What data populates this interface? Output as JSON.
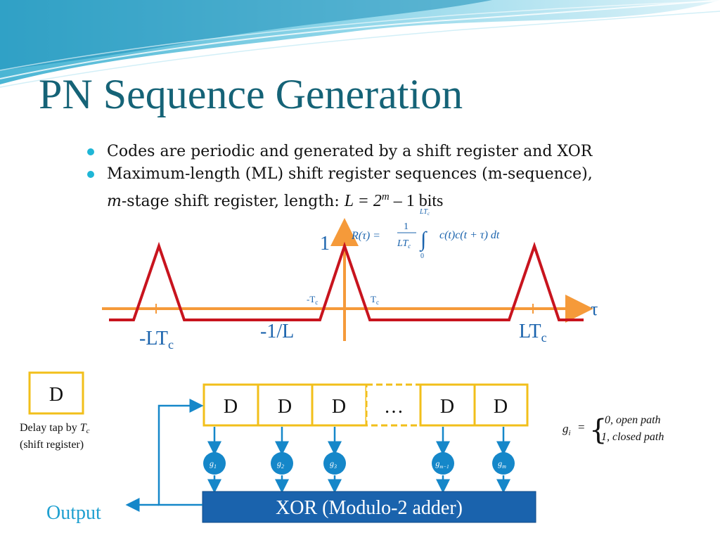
{
  "title": "PN Sequence Generation",
  "bullets": [
    "Codes are periodic and generated by  a shift register and XOR",
    "Maximum-length (ML) shift register sequences (m-sequence),"
  ],
  "bullet2_line2": {
    "m": "m",
    "text": "-stage shift register, length: ",
    "formula": "L  =  2",
    "exp": "m",
    "formula_tail": " –  1  bits"
  },
  "plot": {
    "peak_label": "1",
    "tau_label": "τ",
    "neg_lt_label": "-LT",
    "neg_lt_sub": "c",
    "pos_lt_label": "LT",
    "pos_lt_sub": "c",
    "floor_label": "-1/L",
    "neg_tc_label": "-T",
    "neg_tc_sub": "c",
    "pos_tc_label": "T",
    "pos_tc_sub": "c",
    "autocorr_formula": {
      "lhs": "R(τ) =",
      "frac_num": "1",
      "frac_den": "LT",
      "frac_den_sub": "c",
      "upper": "LT",
      "upper_sub": "c",
      "lower": "0",
      "integrand": "c(t)c(t + τ) dt"
    }
  },
  "shift_register": {
    "legend_box": "D",
    "legend_text_1": "Delay tap by ",
    "legend_tc": "T",
    "legend_tc_sub": "c",
    "legend_text_2": "(shift register)",
    "cells": [
      "D",
      "D",
      "D",
      "…",
      "D",
      "D"
    ],
    "taps": [
      {
        "base": "g",
        "sub": "1"
      },
      {
        "base": "g",
        "sub": "2"
      },
      {
        "base": "g",
        "sub": "3"
      },
      {
        "base": "g",
        "sub": "m−1"
      },
      {
        "base": "g",
        "sub": "m"
      }
    ],
    "xor_label": "XOR (Modulo-2 adder)",
    "output_label": "Output",
    "gi_def": {
      "lhs": "g",
      "lhs_sub": "i",
      "eq": "=",
      "case1": "0, open path",
      "case2": "1, closed path"
    }
  },
  "colors": {
    "title": "#156377",
    "signal": "#c8141e",
    "axis": "#f59a3a",
    "cell_border": "#f2bf1a",
    "tap": "#1587c9",
    "xor_bg": "#1a63ad",
    "output": "#1fa0d0"
  }
}
